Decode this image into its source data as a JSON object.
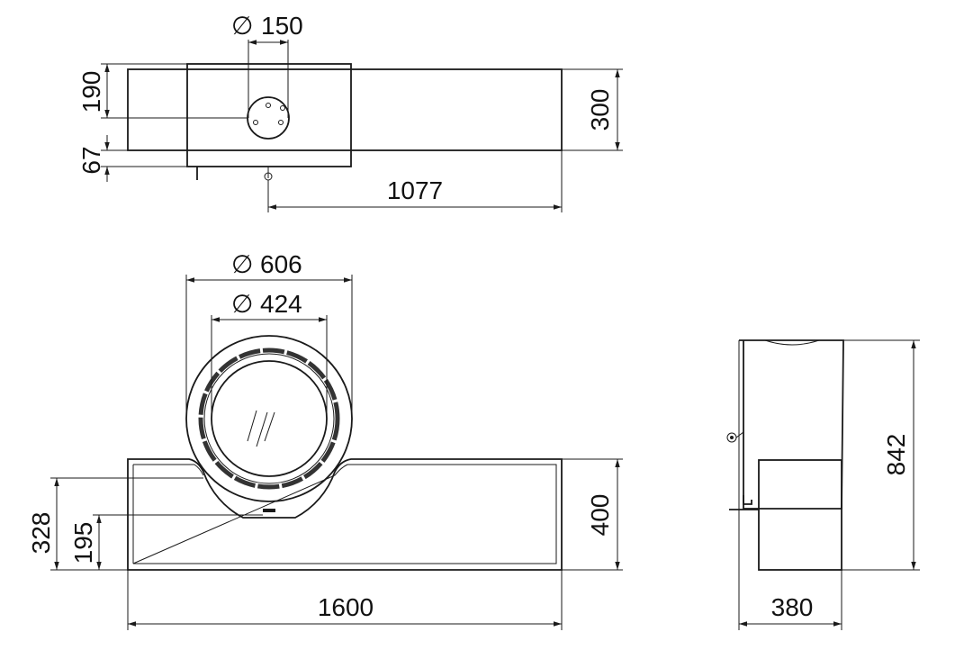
{
  "drawing": {
    "colors": {
      "line": "#1a1a1a",
      "text": "#111111",
      "ring": "#333333"
    },
    "top_view": {
      "pipe_diameter": "150",
      "dim_190": "190",
      "dim_67": "67",
      "dim_300": "300",
      "dim_1077": "1077"
    },
    "front_view": {
      "outer_diameter": "606",
      "inner_diameter": "424",
      "dim_328": "328",
      "dim_195": "195",
      "dim_400": "400",
      "dim_1600": "1600"
    },
    "side_view": {
      "dim_842": "842",
      "dim_380": "380"
    },
    "diameter_symbol": "∅"
  }
}
